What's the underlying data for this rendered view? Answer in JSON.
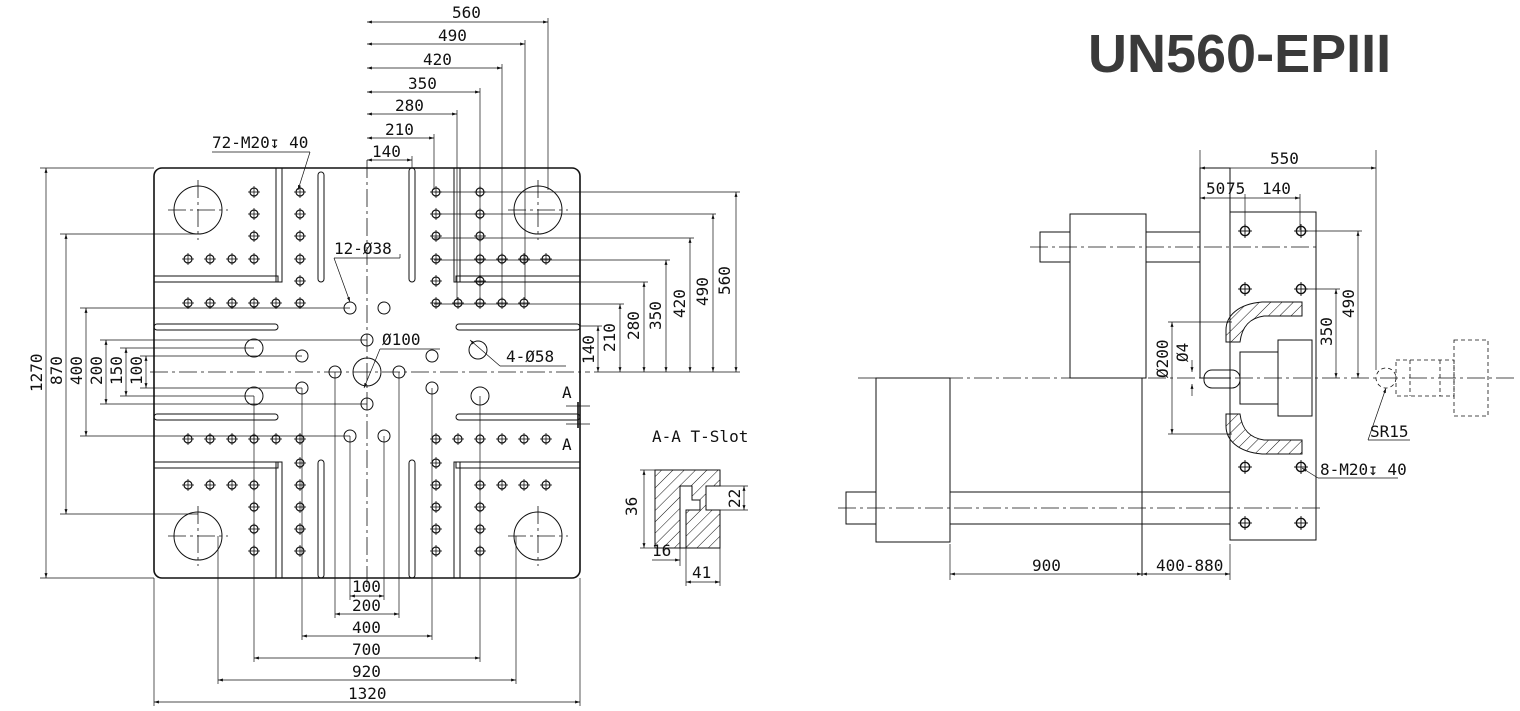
{
  "title": "UN560-EPIII",
  "platen": {
    "top_dims": [
      "560",
      "490",
      "420",
      "350",
      "280",
      "210",
      "140"
    ],
    "right_dims": [
      "140",
      "210",
      "280",
      "350",
      "420",
      "490",
      "560"
    ],
    "left_dims": [
      "1270",
      "870",
      "400",
      "200",
      "150",
      "100"
    ],
    "bottom_dims": [
      "100",
      "200",
      "400",
      "700",
      "920",
      "1320"
    ],
    "callout_screws": "72-M20↧ 40",
    "callout_holes": "12-Ø38",
    "callout_center": "Ø100",
    "callout_tiebar": "4-Ø58",
    "section_mark": "A"
  },
  "tslot": {
    "title": "A-A T-Slot",
    "dims": [
      "36",
      "22",
      "16",
      "41"
    ]
  },
  "side_view": {
    "top_dims": [
      "550",
      "50",
      "75",
      "140"
    ],
    "right_dims": [
      "490",
      "350"
    ],
    "left_dims": [
      "Ø200",
      "Ø4"
    ],
    "bottom_dims": [
      "900",
      "400-880"
    ],
    "callout_sr": "SR15",
    "callout_screws": "8-M20↧ 40"
  }
}
